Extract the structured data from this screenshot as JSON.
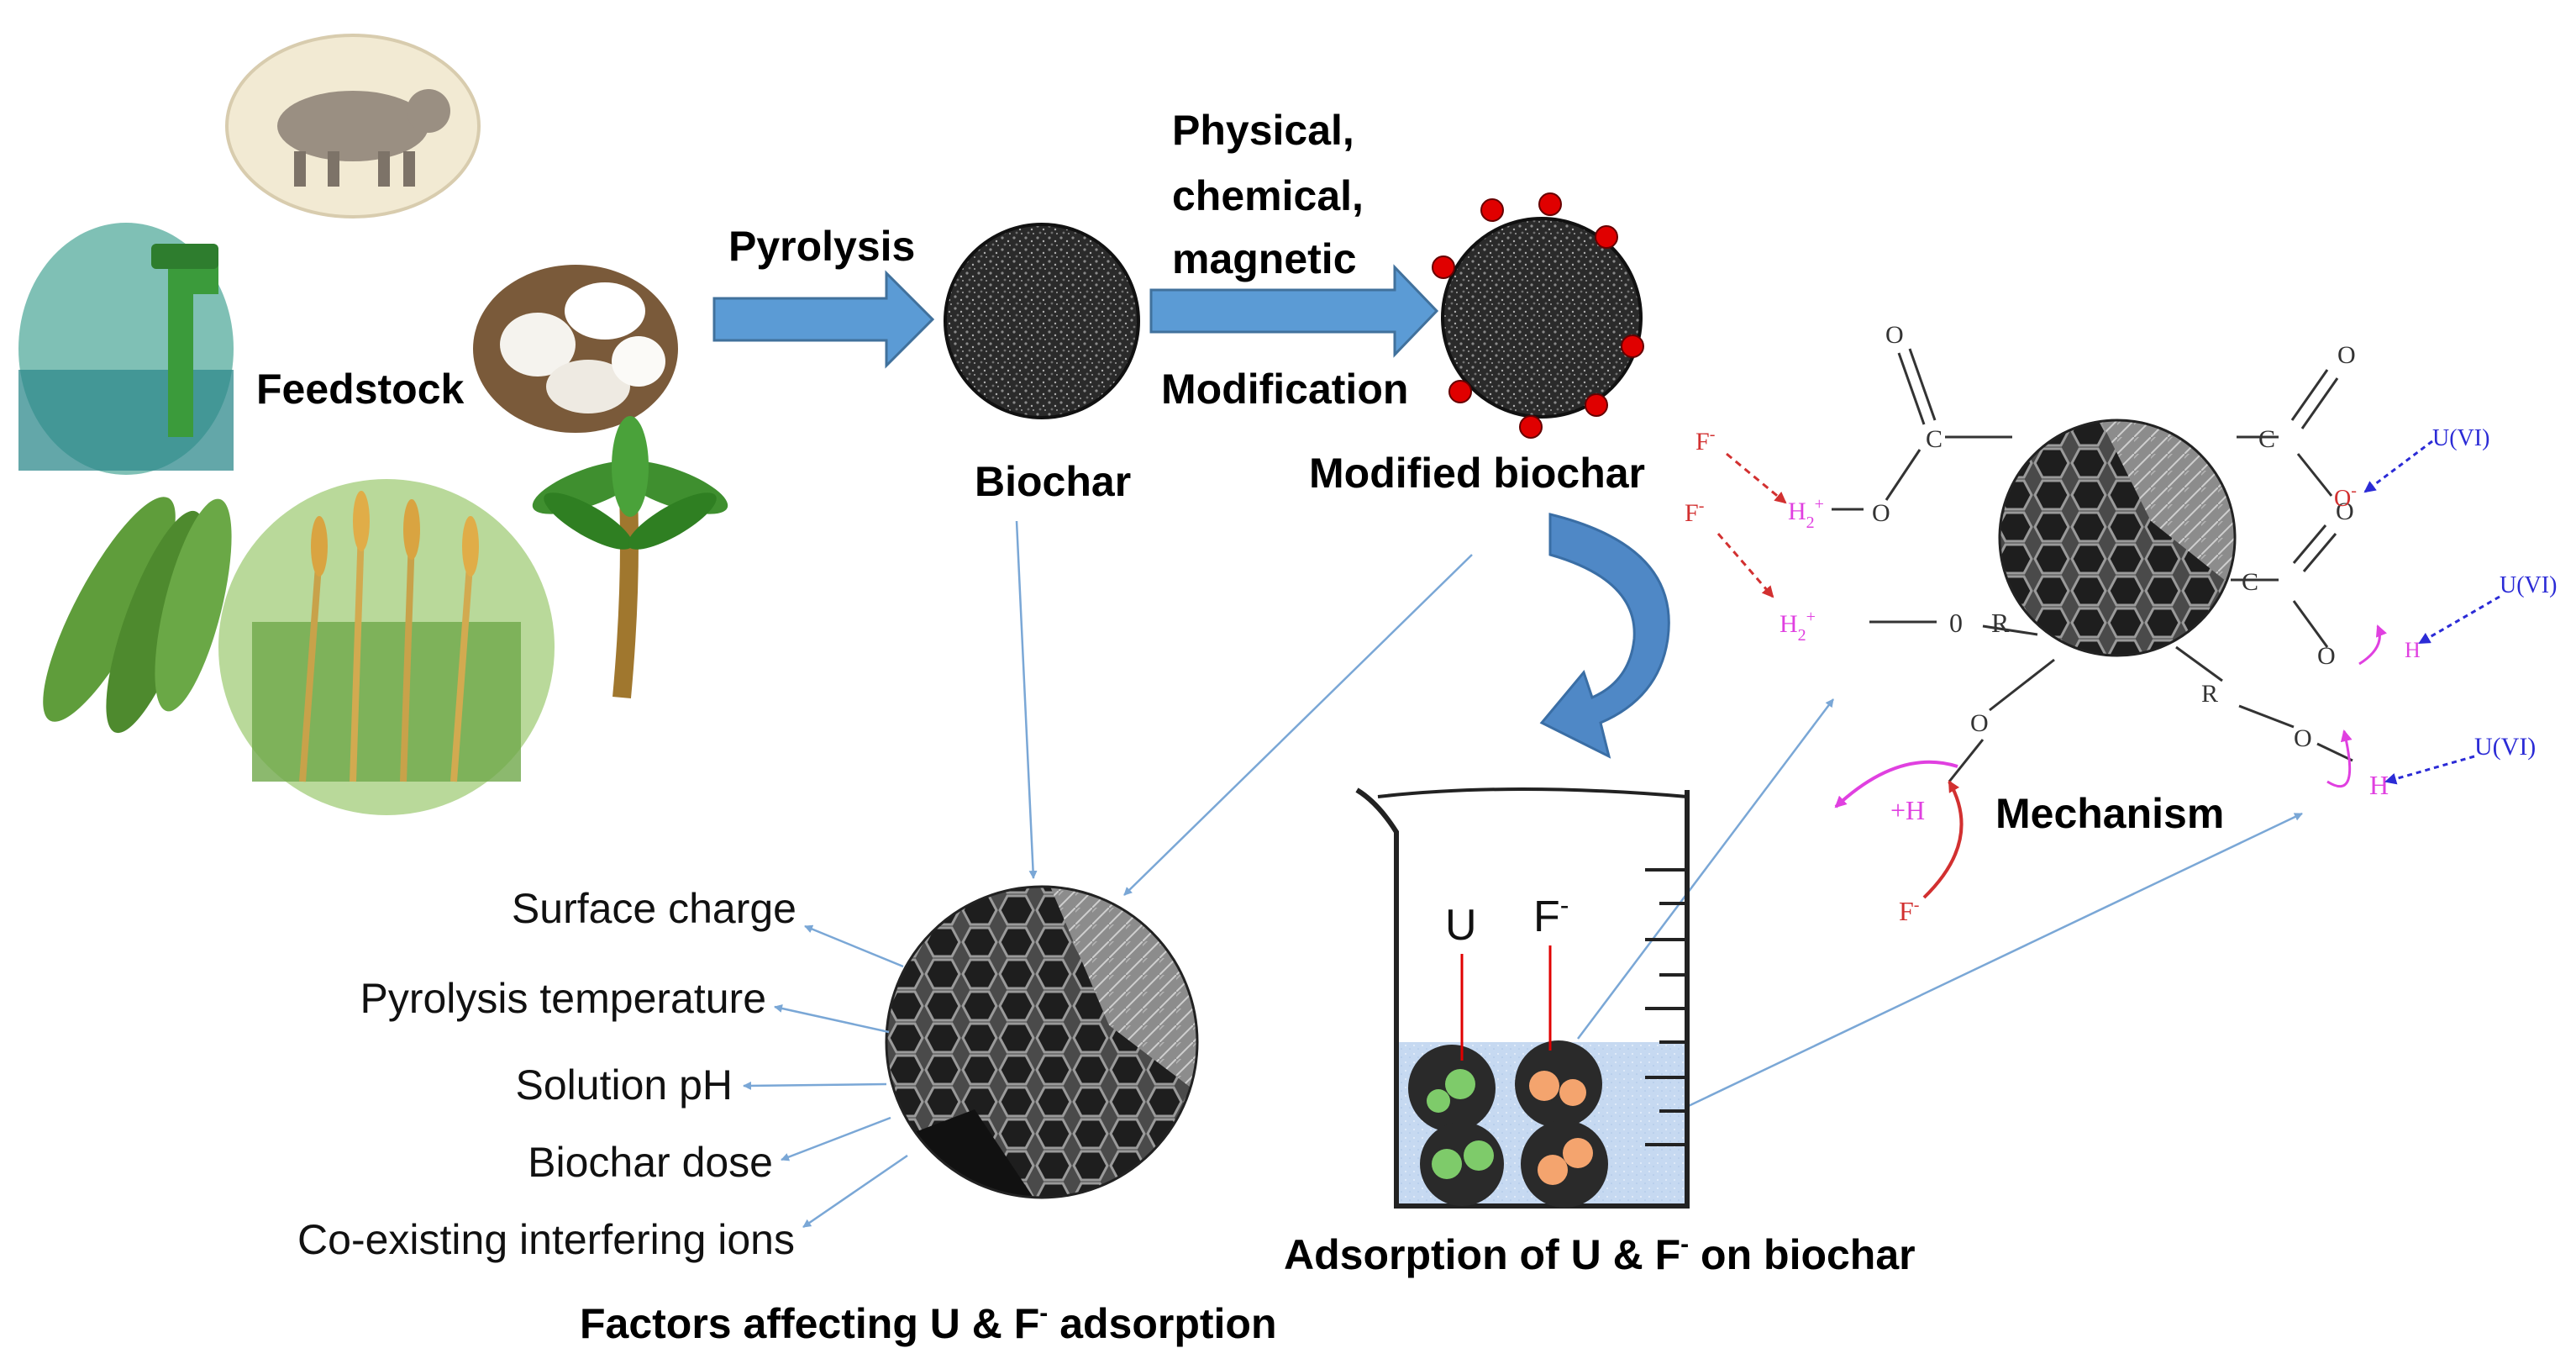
{
  "labels": {
    "feedstock": "Feedstock",
    "pyrolysis": "Pyrolysis",
    "modification_line1": "Physical,",
    "modification_line2": "chemical,",
    "modification_line3": "magnetic",
    "modification": "Modification",
    "biochar": "Biochar",
    "modified_biochar": "Modified biochar",
    "mechanism": "Mechanism",
    "adsorption_title_prefix": "Adsorption of U & F",
    "adsorption_title_sup": "-",
    "adsorption_title_suffix": " on biochar",
    "factors_title_prefix": "Factors affecting U & F",
    "factors_title_sup": "-",
    "factors_title_suffix": " adsorption"
  },
  "factors": [
    "Surface charge",
    "Pyrolysis temperature",
    "Solution pH",
    "Biochar dose",
    "Co-existing interfering ions"
  ],
  "beaker": {
    "u_label": "U",
    "f_label": "F",
    "f_sup": "-"
  },
  "mechanism": {
    "o": "O",
    "o_italic": "0",
    "c": "C",
    "r": "R",
    "h": "H",
    "f": "F",
    "f_sup": "-",
    "h2": "H",
    "h2_sub": "2",
    "plus": "+",
    "o_minus": "-",
    "plus_h": "+H",
    "u6": "U(VI)"
  },
  "colors": {
    "process_arrow": "#5b9bd5",
    "thin_arrow": "#7aa7d6",
    "red_dot": "#e00000",
    "uranium_particle": "#7ecb6a",
    "fluoride_particle": "#f4a46e",
    "water": "#c6d9f1",
    "magenta": "#e040e0",
    "blue_label": "#2b2bd6",
    "red_label": "#d23030"
  }
}
